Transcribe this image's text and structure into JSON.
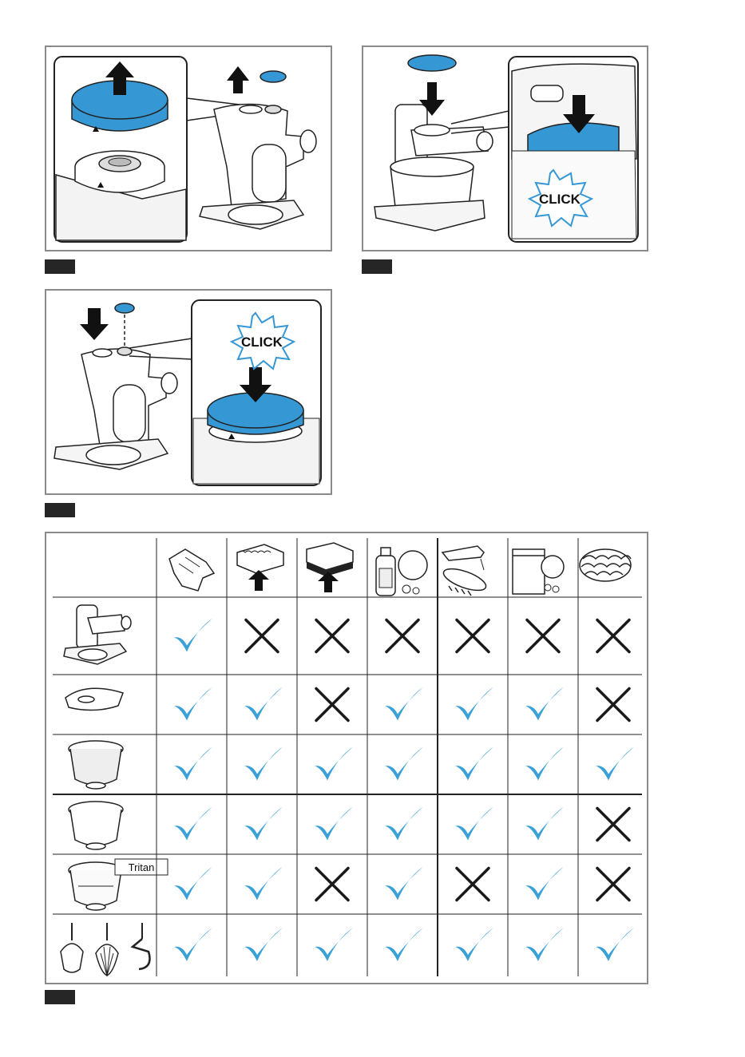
{
  "figures": {
    "click_label": "CLICK",
    "tritan_label": "Tritan"
  },
  "colors": {
    "accent_blue": "#3597d3",
    "check_blue": "#3aa0d8",
    "cross": "#1a1a1a",
    "frame_gray": "#8a8a8a",
    "tab_dark": "#262626"
  },
  "cleaning_table": {
    "columns": [
      {
        "icon": "cloth-icon"
      },
      {
        "icon": "soft-sponge-icon"
      },
      {
        "icon": "abrasive-sponge-icon"
      },
      {
        "icon": "dish-soap-icon"
      },
      {
        "icon": "tap-brush-icon"
      },
      {
        "icon": "dishwasher-icon"
      },
      {
        "icon": "steel-wool-icon"
      }
    ],
    "rows": [
      {
        "item": "base-unit-icon",
        "cells": [
          "check",
          "cross",
          "cross",
          "cross",
          "cross",
          "cross",
          "cross"
        ]
      },
      {
        "item": "splash-guard-icon",
        "cells": [
          "check",
          "check",
          "cross",
          "check",
          "check",
          "check",
          "cross"
        ]
      },
      {
        "item": "stainless-bowl-icon",
        "cells": [
          "check",
          "check",
          "check",
          "check",
          "check",
          "check",
          "check"
        ]
      },
      {
        "item": "plastic-bowl-icon",
        "cells": [
          "check",
          "check",
          "check",
          "check",
          "check",
          "check",
          "cross"
        ]
      },
      {
        "item": "tritan-bowl-icon",
        "cells": [
          "check",
          "check",
          "cross",
          "check",
          "cross",
          "check",
          "cross"
        ]
      },
      {
        "item": "mixing-tools-icon",
        "cells": [
          "check",
          "check",
          "check",
          "check",
          "check",
          "check",
          "check"
        ]
      }
    ]
  }
}
